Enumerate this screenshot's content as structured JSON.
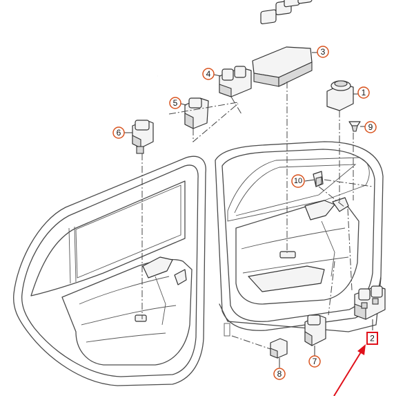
{
  "callouts": [
    {
      "id": "1",
      "label": "1"
    },
    {
      "id": "2",
      "label": "2",
      "highlighted": true
    },
    {
      "id": "3",
      "label": "3"
    },
    {
      "id": "4",
      "label": "4"
    },
    {
      "id": "5",
      "label": "5"
    },
    {
      "id": "6",
      "label": "6"
    },
    {
      "id": "7",
      "label": "7"
    },
    {
      "id": "8",
      "label": "8"
    },
    {
      "id": "9",
      "label": "9"
    },
    {
      "id": "10",
      "label": "10"
    }
  ],
  "colors": {
    "callout_ring": "#d9531e",
    "highlight_box": "#e0101a",
    "arrow": "#e0101a",
    "line": "#4a4a4a"
  },
  "icons": [
    "window-switch",
    "mirror-switch",
    "door-panel",
    "arrow-pointer"
  ]
}
